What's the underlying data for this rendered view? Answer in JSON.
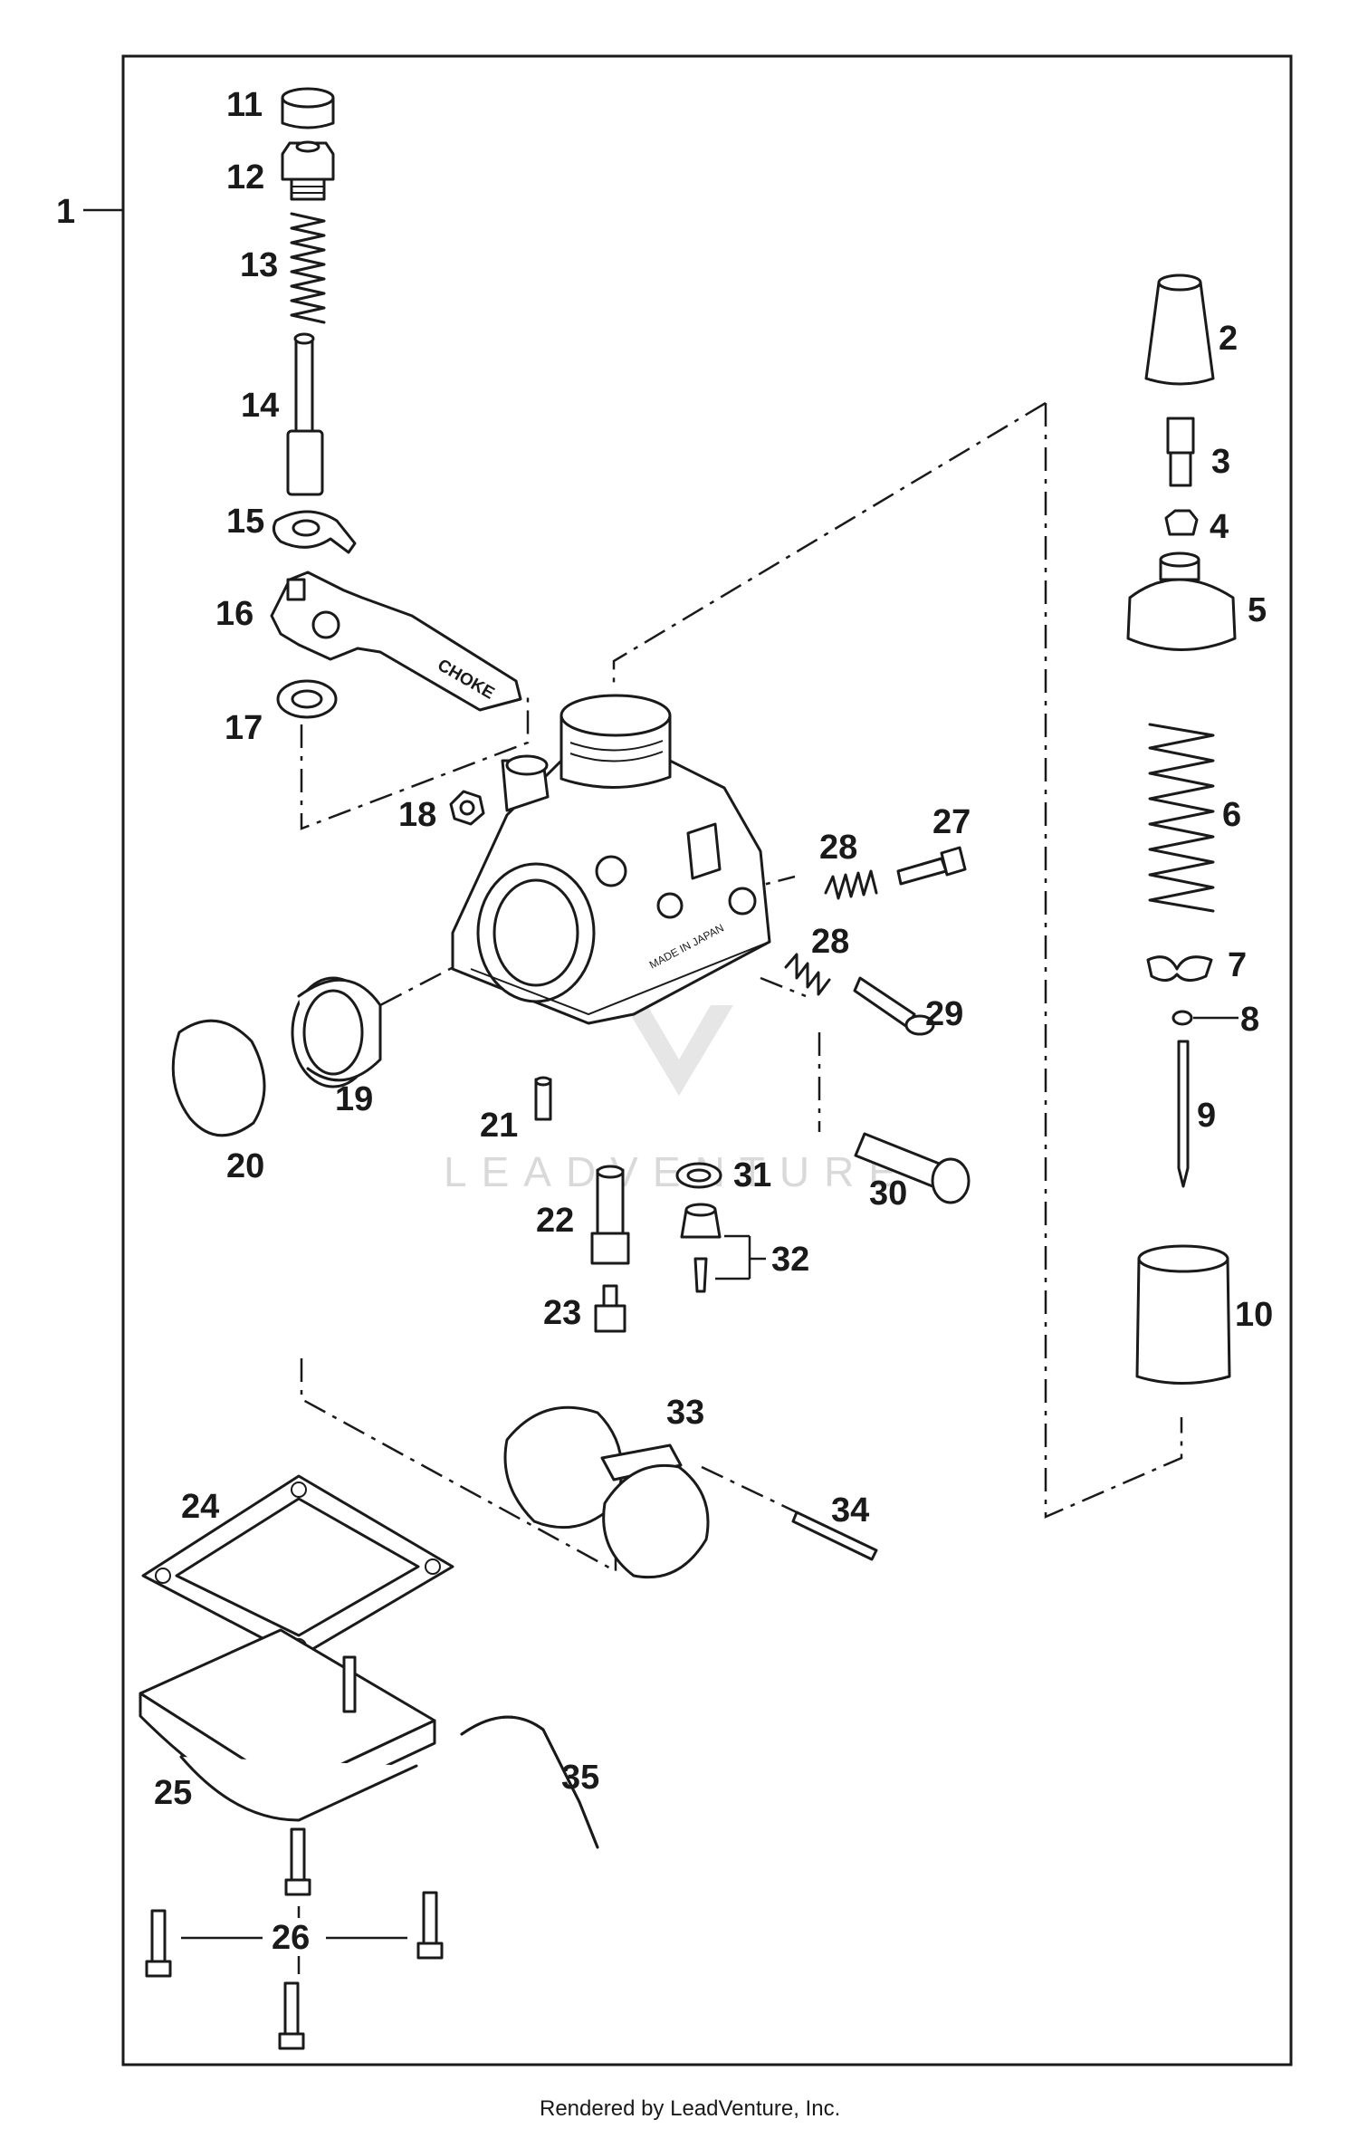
{
  "diagram": {
    "callouts": {
      "c1": "1",
      "c2": "2",
      "c3": "3",
      "c4": "4",
      "c5": "5",
      "c6": "6",
      "c7": "7",
      "c8": "8",
      "c9": "9",
      "c10": "10",
      "c11": "11",
      "c12": "12",
      "c13": "13",
      "c14": "14",
      "c15": "15",
      "c16": "16",
      "c17": "17",
      "c18": "18",
      "c19": "19",
      "c20": "20",
      "c21": "21",
      "c22": "22",
      "c23": "23",
      "c24": "24",
      "c25": "25",
      "c26": "26",
      "c27": "27",
      "c28a": "28",
      "c28b": "28",
      "c29": "29",
      "c30": "30",
      "c31": "31",
      "c32": "32",
      "c33": "33",
      "c34": "34",
      "c35": "35"
    },
    "lever_text": "CHOKE",
    "body_stamp": "MADE IN JAPAN",
    "watermark": "LEADVENTURE"
  },
  "footer": {
    "rendered_by": "Rendered by LeadVenture, Inc."
  }
}
